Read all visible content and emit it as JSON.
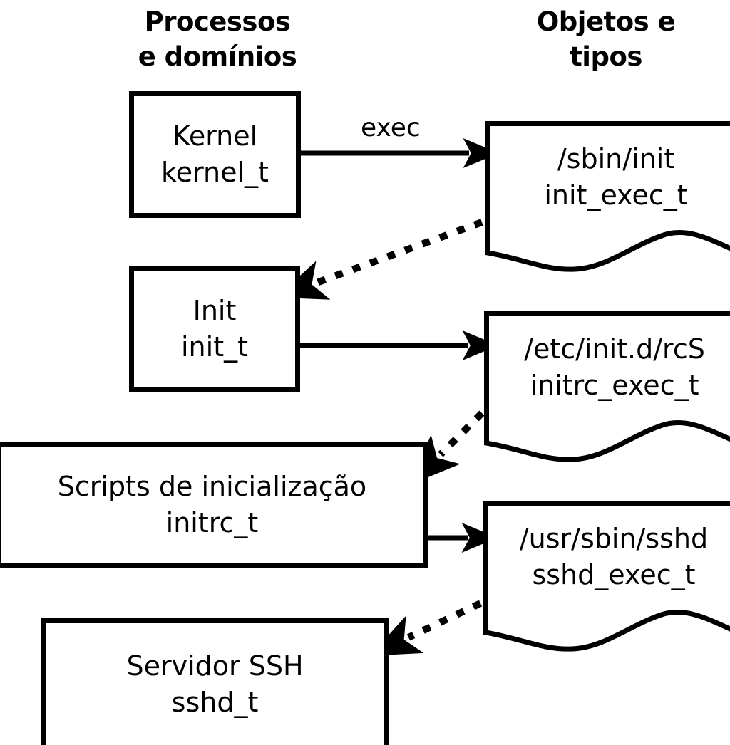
{
  "diagram": {
    "title_left": "Processos\ne domínios",
    "title_right": "Objetos e\ntipos",
    "ink_color": "#000000",
    "background_color": "#ffffff"
  },
  "processes": [
    {
      "name": "Kernel",
      "type": "kernel_t"
    },
    {
      "name": "Init",
      "type": "init_t"
    },
    {
      "name": "Scripts de inicialização",
      "type": "initrc_t"
    },
    {
      "name": "Servidor SSH",
      "type": "sshd_t"
    }
  ],
  "objects": [
    {
      "path": "/sbin/init",
      "type": "init_exec_t"
    },
    {
      "path": "/etc/init.d/rcS",
      "type": "initrc_exec_t"
    },
    {
      "path": "/usr/sbin/sshd",
      "type": "sshd_exec_t"
    }
  ],
  "edges": {
    "exec_label": "exec"
  }
}
